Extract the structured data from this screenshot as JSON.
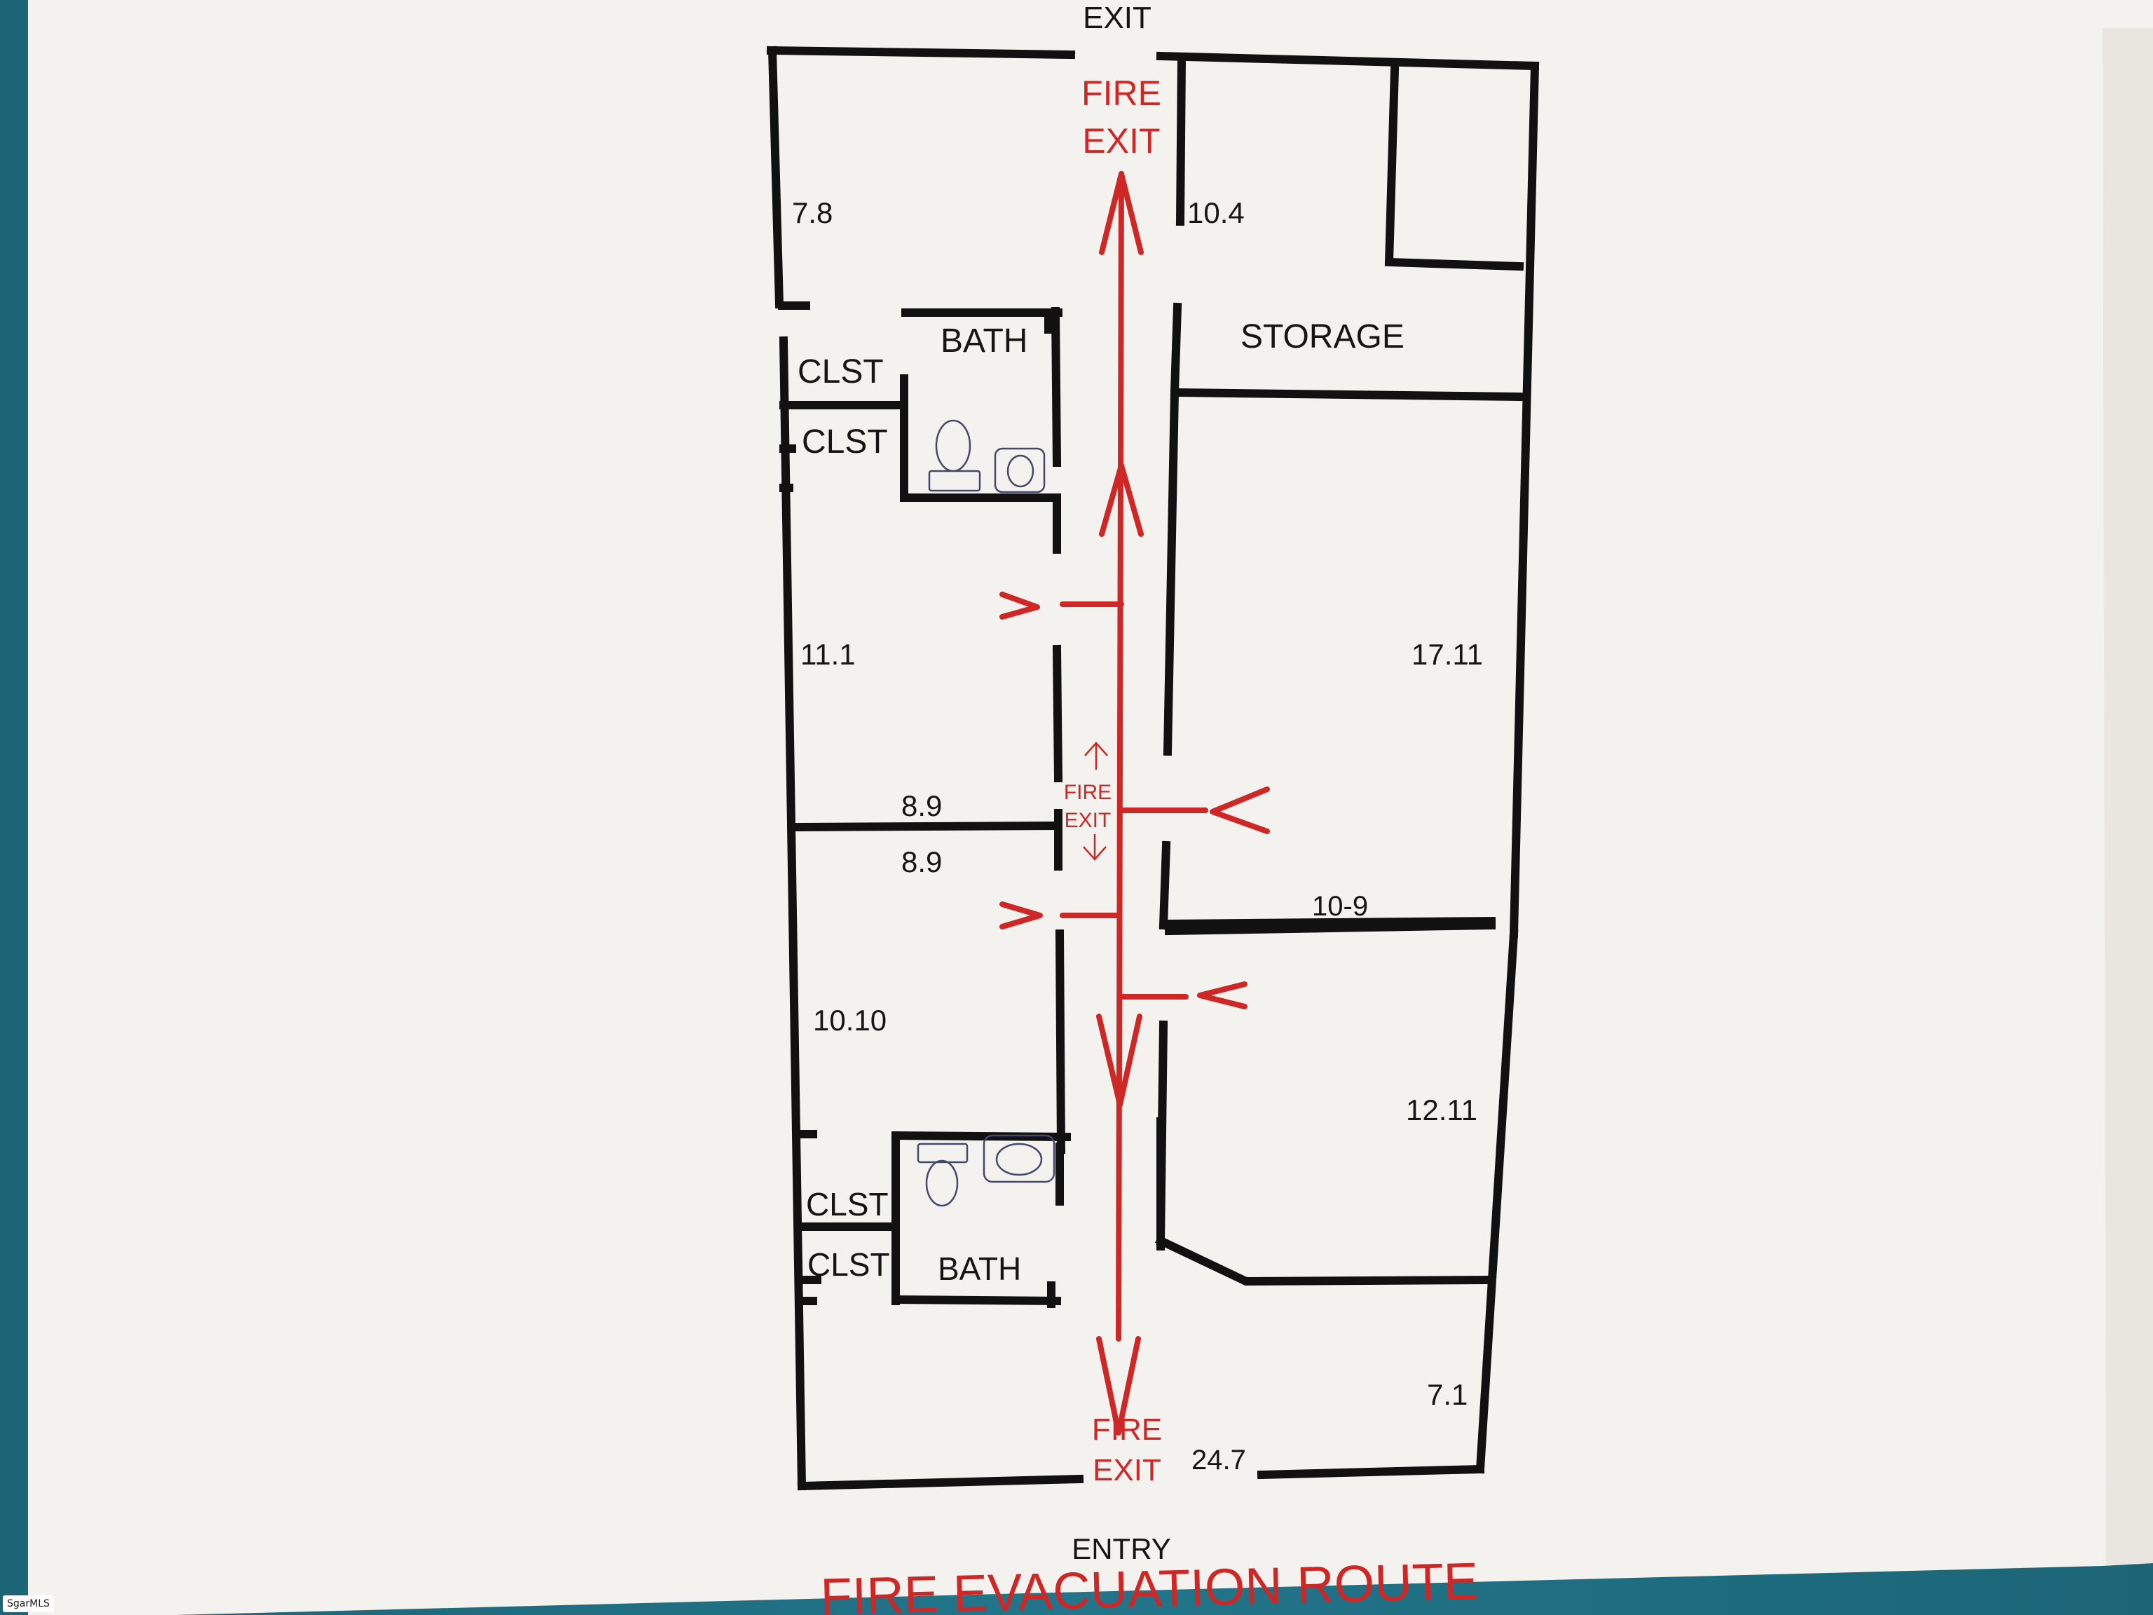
{
  "sign": {
    "title": "FIRE EVACUATION ROUTE",
    "top_exit": "EXIT",
    "entry": "ENTRY"
  },
  "fire_exits": {
    "top": [
      "FIRE",
      "EXIT"
    ],
    "middle": [
      "FIRE",
      "EXIT"
    ],
    "bottom": [
      "FIRE",
      "EXIT"
    ]
  },
  "rooms": {
    "top_left": "7.8",
    "top_center": "10.4",
    "storage": "STORAGE",
    "bath_upper": "BATH",
    "clst_1": "CLST",
    "clst_2": "CLST",
    "left_middle": "11.1",
    "right_large": "17.11",
    "divider_upper": "8.9",
    "divider_lower": "8.9",
    "right_divider": "10-9",
    "left_lower": "10.10",
    "right_lower": "12.11",
    "clst_3": "CLST",
    "clst_4": "CLST",
    "bath_lower": "BATH",
    "bottom_right": "7.1",
    "bottom_center": "24.7"
  },
  "colors": {
    "wall_background": "#1f6c7e",
    "sign_background": "#f4f2ee",
    "wall_lines": "#111111",
    "route_red": "#cf2626"
  },
  "watermark": "SgarMLS"
}
